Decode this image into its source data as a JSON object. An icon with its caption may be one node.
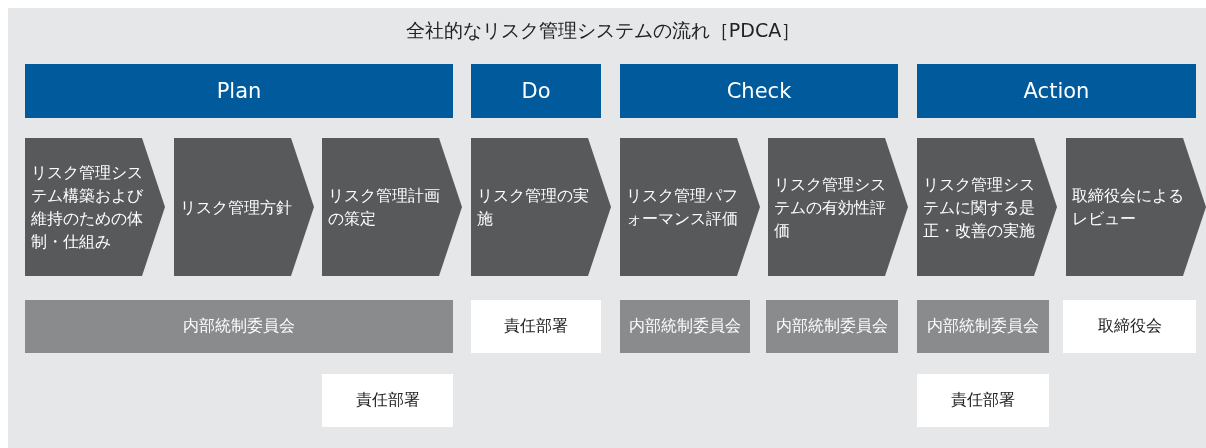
{
  "diagram": {
    "title": "全社的なリスク管理システムの流れ［PDCA］",
    "nodes": [
      {
        "text": [
          "Plan"
        ]
      },
      {
        "text": [
          "Do"
        ]
      },
      {
        "text": [
          "Check"
        ]
      },
      {
        "text": [
          "Action"
        ]
      },
      {
        "text": [
          "リスク管理システム構築および維持のための体制・仕組み"
        ]
      },
      {
        "text": [
          "リスク管理方針"
        ]
      },
      {
        "text": [
          "リスク管理計画の策定"
        ]
      },
      {
        "text": [
          "リスク管理の実施"
        ]
      },
      {
        "text": [
          "リスク管理パフォーマンス評価"
        ]
      },
      {
        "text": [
          "リスク管理システムの有効性評価"
        ]
      },
      {
        "text": [
          "リスク管理システムに関する是正・改善の実施"
        ]
      },
      {
        "text": [
          "取締役会によるレビュー"
        ]
      },
      {
        "text": [
          "内部統制委員会"
        ]
      },
      {
        "text": [
          "責任部署"
        ]
      },
      {
        "text": [
          "内部統制委員会"
        ]
      },
      {
        "text": [
          "内部統制委員会"
        ]
      },
      {
        "text": [
          "内部統制委員会"
        ]
      },
      {
        "text": [
          "取締役会"
        ]
      },
      {
        "text": [
          "責任部署"
        ]
      },
      {
        "text": [
          "責任部署"
        ]
      }
    ],
    "edges": []
  }
}
